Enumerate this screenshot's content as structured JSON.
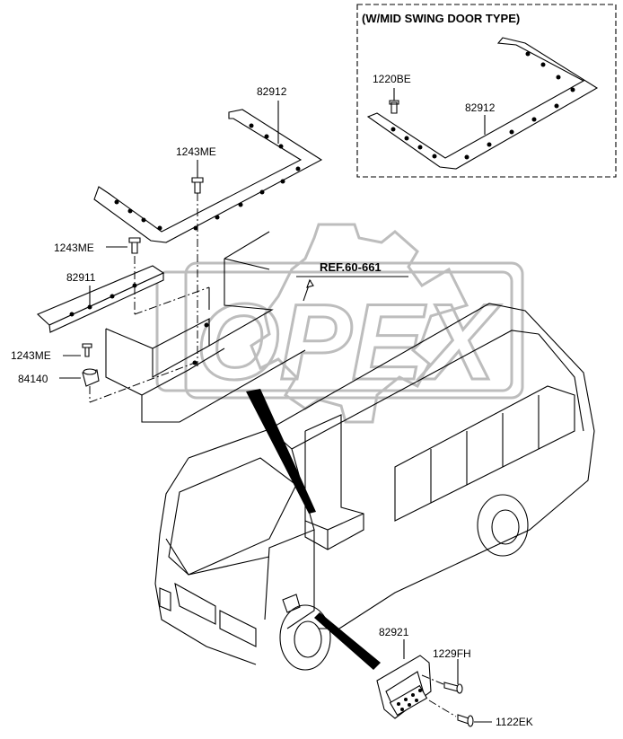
{
  "inset": {
    "title": "(W/MID SWING DOOR TYPE)",
    "labels": {
      "bolt": "1220BE",
      "panel": "82912"
    }
  },
  "labels": {
    "panel_82912": "82912",
    "bolt_1243ME_top": "1243ME",
    "bolt_1243ME_mid": "1243ME",
    "panel_82911": "82911",
    "bolt_1243ME_low": "1243ME",
    "clip_84140": "84140",
    "ref": "REF.60-661",
    "cover_82921": "82921",
    "bolt_1229FH": "1229FH",
    "bolt_1122EK": "1122EK"
  },
  "watermark": {
    "text": "OPEX",
    "color": "#bdbdbd"
  }
}
